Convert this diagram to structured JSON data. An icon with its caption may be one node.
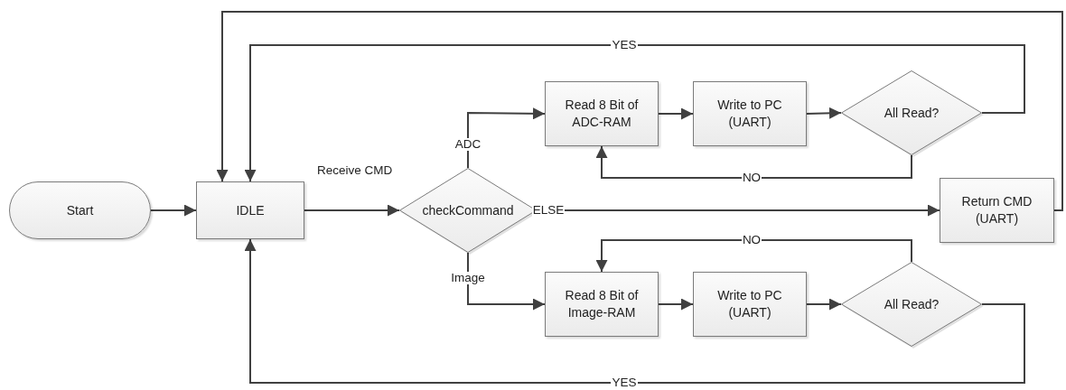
{
  "diagram": {
    "nodes": [
      {
        "text": [
          "Start"
        ]
      },
      {
        "text": [
          "IDLE"
        ]
      },
      {
        "text": [
          "checkCommand"
        ]
      },
      {
        "text": [
          "Read 8 Bit of ADC-RAM"
        ]
      },
      {
        "text": [
          "Write to PC (UART)"
        ]
      },
      {
        "text": [
          "All Read?"
        ]
      },
      {
        "text": [
          "Return CMD (UART)"
        ]
      },
      {
        "text": [
          "Read 8 Bit of Image-RAM"
        ]
      },
      {
        "text": [
          "Write to PC (UART)"
        ]
      },
      {
        "text": [
          "All Read?"
        ]
      }
    ],
    "edges": [
      {
        "from": 0,
        "to": 1,
        "arrow": "to"
      },
      {
        "from": 1,
        "to": 2,
        "arrow": "to",
        "label": "Receive CMD"
      },
      {
        "from": 2,
        "to": 3,
        "arrow": "to",
        "label": "ADC"
      },
      {
        "from": 3,
        "to": 4,
        "arrow": "to"
      },
      {
        "from": 4,
        "to": 5,
        "arrow": "to"
      },
      {
        "from": 5,
        "to": 1,
        "arrow": "to",
        "label": "YES"
      },
      {
        "from": 5,
        "to": 3,
        "arrow": "to",
        "label": "NO"
      },
      {
        "from": 2,
        "to": 6,
        "arrow": "to",
        "label": "ELSE"
      },
      {
        "from": 6,
        "to": 1,
        "arrow": "to"
      },
      {
        "from": 2,
        "to": 7,
        "arrow": "to",
        "label": "Image"
      },
      {
        "from": 7,
        "to": 8,
        "arrow": "to"
      },
      {
        "from": 8,
        "to": 9,
        "arrow": "to"
      },
      {
        "from": 9,
        "to": 7,
        "arrow": "to",
        "label": "NO"
      },
      {
        "from": 9,
        "to": 1,
        "arrow": "to",
        "label": "YES"
      }
    ]
  }
}
